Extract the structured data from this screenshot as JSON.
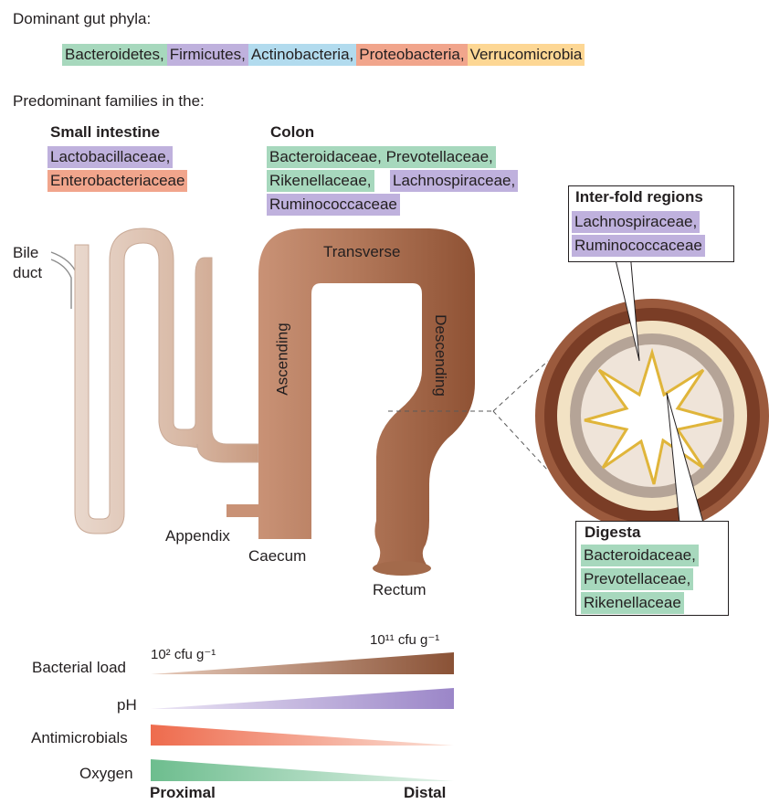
{
  "header": {
    "phyla_title": "Dominant gut phyla:",
    "phyla": [
      {
        "label": "Bacteroidetes,",
        "color": "#a7d8bd"
      },
      {
        "label": "Firmicutes,",
        "color": "#bfb1dd"
      },
      {
        "label": "Actinobacteria,",
        "color": "#b2dbee"
      },
      {
        "label": "Proteobacteria,",
        "color": "#f1a58c"
      },
      {
        "label": "Verrucomicrobia",
        "color": "#fdd794"
      }
    ],
    "families_title": "Predominant families in the:"
  },
  "small_intestine": {
    "title": "Small intestine",
    "families": [
      "Lactobacillaceae,",
      "Enterobacteriaceae"
    ]
  },
  "colon": {
    "title": "Colon",
    "lines": [
      [
        "Bacteroidaceae, Prevotellaceae,"
      ],
      [
        "Rikenellaceae,",
        "Lachnospiraceae,"
      ],
      [
        "Ruminococcaceae"
      ]
    ]
  },
  "interfold": {
    "title": "Inter-fold regions",
    "families": [
      "Lachnospiraceae,",
      "Ruminococcaceae"
    ]
  },
  "digesta": {
    "title": "Digesta",
    "families": [
      "Bacteroidaceae,",
      "Prevotellaceae,",
      "Rikenellaceae"
    ]
  },
  "anatomy": {
    "bile_duct": [
      "Bile",
      "duct"
    ],
    "transverse": "Transverse",
    "ascending": "Ascending",
    "descending": "Descending",
    "appendix": "Appendix",
    "caecum": "Caecum",
    "rectum": "Rectum"
  },
  "gradients": {
    "bacterial_load": {
      "label": "Bacterial load",
      "low": "10² cfu g⁻¹",
      "high": "10¹¹ cfu g⁻¹",
      "color": "#8a5236"
    },
    "ph": {
      "label": "pH",
      "color": "#9b86c8"
    },
    "antimicrobials": {
      "label": "Antimicrobials",
      "color": "#ee6b4d"
    },
    "oxygen": {
      "label": "Oxygen",
      "color": "#6dbd8e"
    },
    "proximal": "Proximal",
    "distal": "Distal"
  }
}
